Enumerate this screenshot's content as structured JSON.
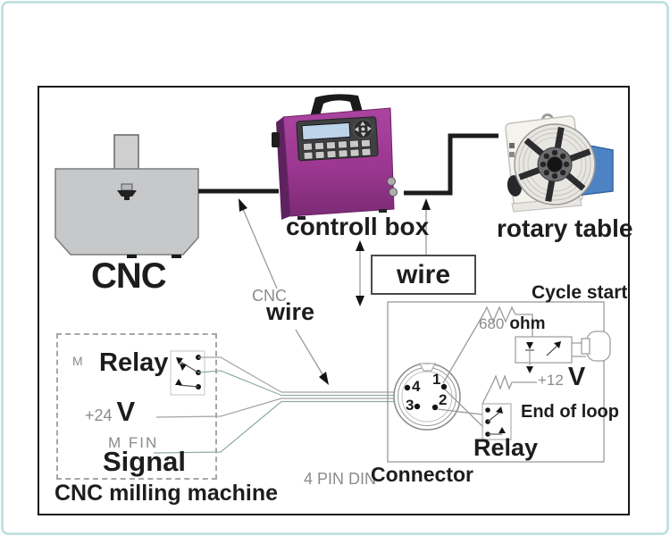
{
  "top": {
    "cnc_label": "CNC",
    "control_box_label": "controll box",
    "rotary_table_label": "rotary table"
  },
  "wire_box": {
    "label": "wire"
  },
  "cnc_wire": {
    "prefix": "CNC",
    "label": "wire"
  },
  "milling": {
    "m": "M",
    "relay": "Relay",
    "v24_value": "+24",
    "v24_unit": "V",
    "mfin": "M FIN",
    "signal": "Signal",
    "caption": "CNC milling machine"
  },
  "circuit": {
    "title": "Cycle start",
    "r1_value": "680",
    "r1_unit": "ohm",
    "v12_value": "+12",
    "v12_unit": "V",
    "end_of_loop": "End of loop",
    "relay": "Relay",
    "din": "4 PIN DIN",
    "connector": "Connector",
    "pins": {
      "p1": "1",
      "p2": "2",
      "p3": "3",
      "p4": "4"
    }
  },
  "icons": {
    "din_connector": "4-pin-din-connector-icon",
    "resistor": "resistor-zigzag-icon",
    "relay_contacts": "relay-contacts-icon",
    "optocoupler": "optocoupler-icon",
    "plug": "plug-jack-icon",
    "arrow": "pointer-arrow-icon"
  },
  "colors": {
    "frame": "#161616",
    "outer_border": "#c2e2e0",
    "control_box_purple": "#a13a94",
    "rotary_blue": "#4d83c3",
    "lcd_blue": "#bdd3e9",
    "machine_gray": "#c6c8ca",
    "cable_black": "#1c1c1c",
    "wire_gray": "#9a9a9a",
    "wire_green": "#8fae9e",
    "text_gray": "#8b8b8b",
    "text_black": "#1d1d1d"
  }
}
